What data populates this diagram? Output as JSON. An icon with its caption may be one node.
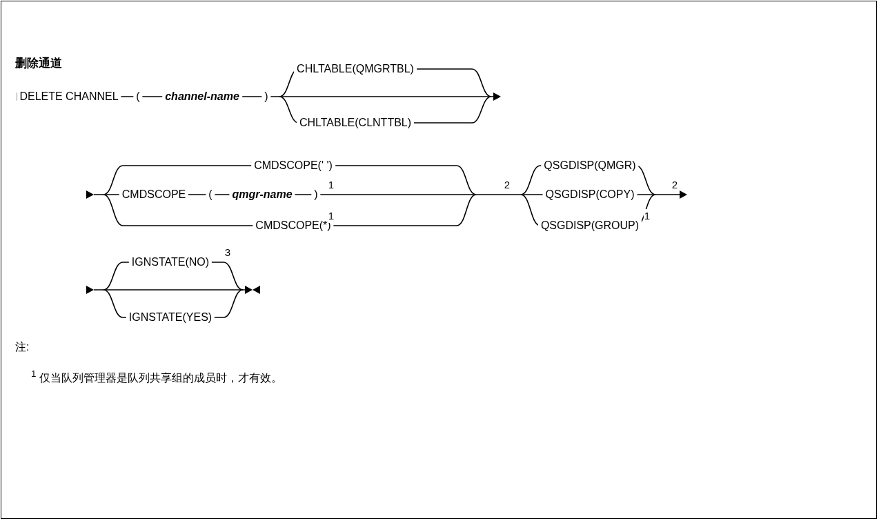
{
  "diagram": {
    "title": "删除通道",
    "labels": [
      "DELETE CHANNEL",
      "(",
      "channel-name",
      ")",
      "CHLTABLE(QMGRTBL)",
      "CHLTABLE(CLNTTBL)",
      "CMDSCOPE(' ')",
      "2",
      "QSGDISP(QMGR)",
      "2",
      "CMDSCOPE",
      "(",
      "qmgr-name",
      ")",
      "1",
      "QSGDISP(COPY)",
      "CMDSCOPE(*)",
      "1",
      "QSGDISP(GROUP)",
      "1",
      "IGNSTATE(NO)",
      "3",
      "IGNSTATE(YES)",
      "注:",
      "$^{1}$ 仅当队列管理器是队列共享组的成员时，才有效。"
    ]
  }
}
